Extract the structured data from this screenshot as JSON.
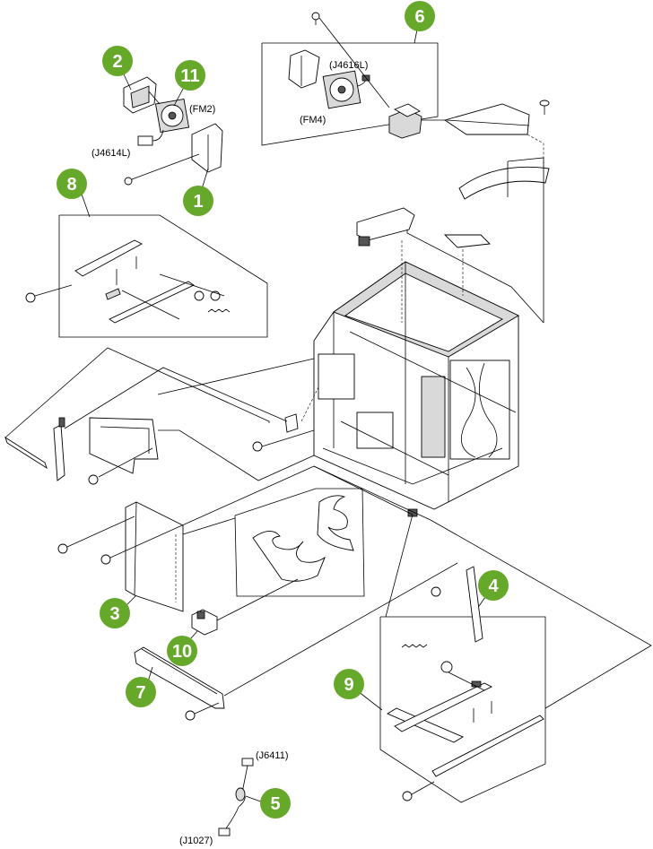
{
  "callouts": [
    {
      "id": "1",
      "label": "1"
    },
    {
      "id": "2",
      "label": "2"
    },
    {
      "id": "3",
      "label": "3"
    },
    {
      "id": "4",
      "label": "4"
    },
    {
      "id": "5",
      "label": "5"
    },
    {
      "id": "6",
      "label": "6"
    },
    {
      "id": "7",
      "label": "7"
    },
    {
      "id": "8",
      "label": "8"
    },
    {
      "id": "9",
      "label": "9"
    },
    {
      "id": "10",
      "label": "10"
    },
    {
      "id": "11",
      "label": "11"
    }
  ],
  "connector_labels": {
    "fm2": "(FM2)",
    "j4614l": "(J4614L)",
    "j4616l": "(J4616L)",
    "fm4": "(FM4)",
    "j6411": "(J6411)",
    "j1027": "(J1027)"
  },
  "colors": {
    "callout_fill": "#66a82a",
    "line": "#000000"
  }
}
